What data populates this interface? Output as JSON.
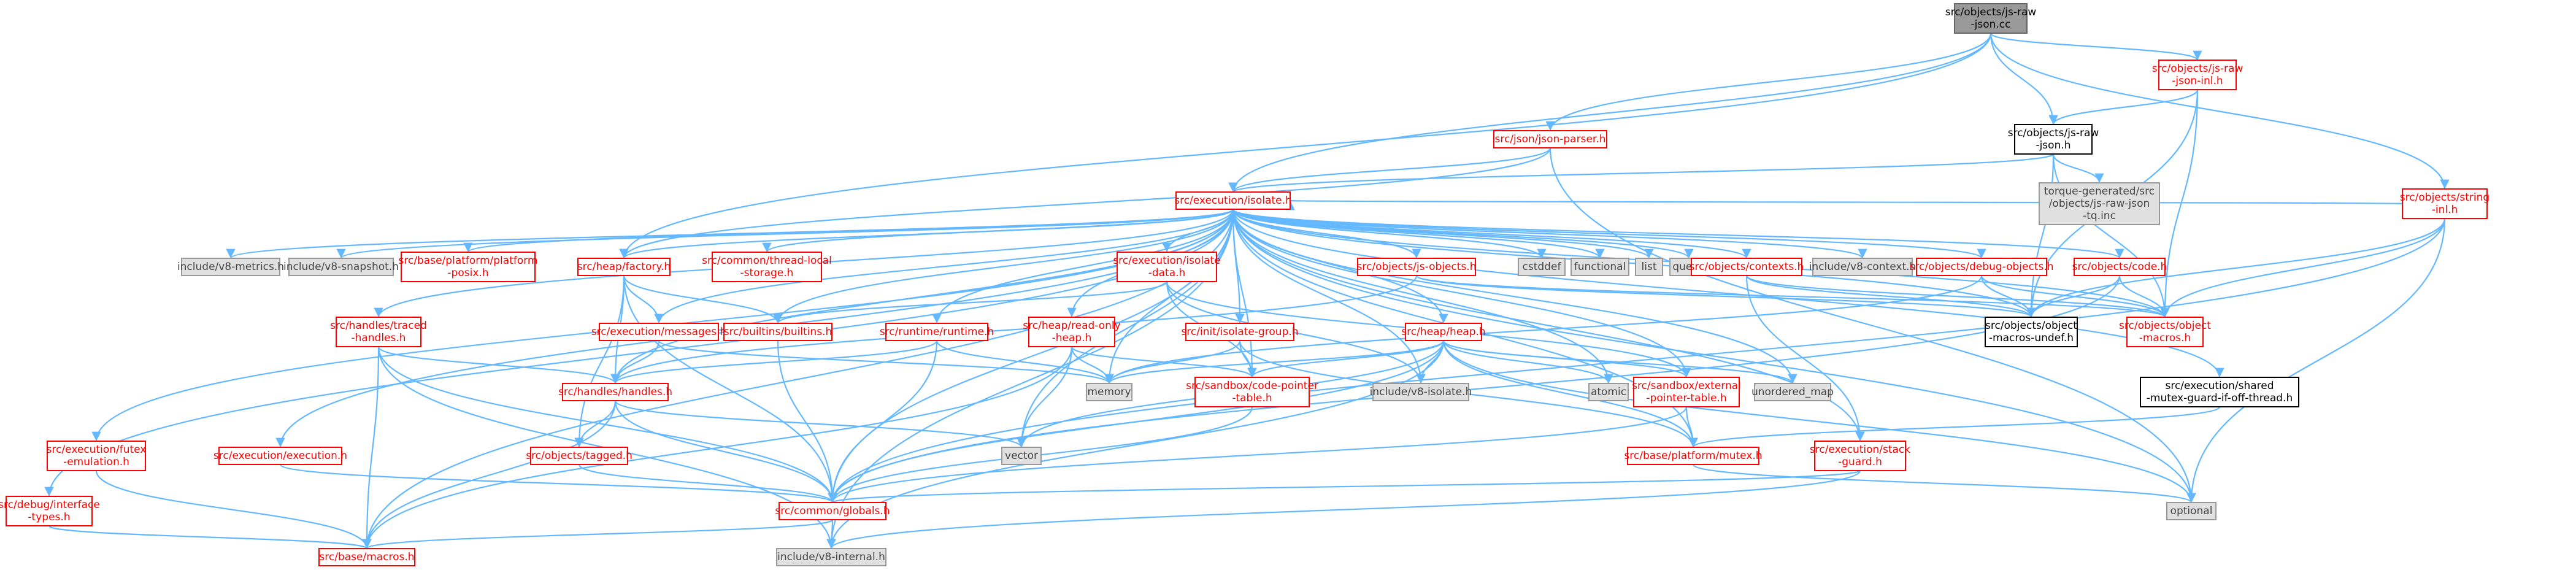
{
  "colors": {
    "edge": "#63b8ff",
    "project_border": "#ff0000",
    "project_text": "#ff0000",
    "external_fill": "#e0e0e0",
    "external_border": "#999999",
    "external_text": "#444444",
    "root_fill": "#999999",
    "root_border": "#666666",
    "plain_border": "#000000",
    "plain_text": "#000000"
  },
  "nodes": {
    "json_cc": {
      "lines": [
        "src/objects/js-raw",
        "-json.cc"
      ],
      "kind": "root"
    },
    "json_inl": {
      "lines": [
        "src/objects/js-raw",
        "-json-inl.h"
      ],
      "kind": "project"
    },
    "json_h": {
      "lines": [
        "src/objects/js-raw",
        "-json.h"
      ],
      "kind": "plain"
    },
    "json_parser": {
      "lines": [
        "src/json/json-parser.h"
      ],
      "kind": "project"
    },
    "string_inl": {
      "lines": [
        "src/objects/string",
        "-inl.h"
      ],
      "kind": "project"
    },
    "torque": {
      "lines": [
        "torque-generated/src",
        "/objects/js-raw-json",
        "-tq.inc"
      ],
      "kind": "external"
    },
    "isolate": {
      "lines": [
        "src/execution/isolate.h"
      ],
      "kind": "project"
    },
    "v8_metrics": {
      "lines": [
        "include/v8-metrics.h"
      ],
      "kind": "external"
    },
    "v8_snapshot": {
      "lines": [
        "include/v8-snapshot.h"
      ],
      "kind": "external"
    },
    "platform_posix": {
      "lines": [
        "src/base/platform/platform",
        "-posix.h"
      ],
      "kind": "project"
    },
    "factory": {
      "lines": [
        "src/heap/factory.h"
      ],
      "kind": "project"
    },
    "thread_local": {
      "lines": [
        "src/common/thread-local",
        "-storage.h"
      ],
      "kind": "project"
    },
    "isolate_data": {
      "lines": [
        "src/execution/isolate",
        "-data.h"
      ],
      "kind": "project"
    },
    "js_objects": {
      "lines": [
        "src/objects/js-objects.h"
      ],
      "kind": "project"
    },
    "cstddef": {
      "lines": [
        "cstddef"
      ],
      "kind": "external"
    },
    "functional": {
      "lines": [
        "functional"
      ],
      "kind": "external"
    },
    "list": {
      "lines": [
        "list"
      ],
      "kind": "external"
    },
    "queue": {
      "lines": [
        "queue"
      ],
      "kind": "external"
    },
    "contexts": {
      "lines": [
        "src/objects/contexts.h"
      ],
      "kind": "project"
    },
    "v8_context": {
      "lines": [
        "include/v8-context.h"
      ],
      "kind": "external"
    },
    "debug_objects": {
      "lines": [
        "src/objects/debug-objects.h"
      ],
      "kind": "project"
    },
    "code": {
      "lines": [
        "src/objects/code.h"
      ],
      "kind": "project"
    },
    "traced_handles": {
      "lines": [
        "src/handles/traced",
        "-handles.h"
      ],
      "kind": "project"
    },
    "messages": {
      "lines": [
        "src/execution/messages.h"
      ],
      "kind": "project"
    },
    "builtins": {
      "lines": [
        "src/builtins/builtins.h"
      ],
      "kind": "project"
    },
    "runtime": {
      "lines": [
        "src/runtime/runtime.h"
      ],
      "kind": "project"
    },
    "read_only_heap": {
      "lines": [
        "src/heap/read-only",
        "-heap.h"
      ],
      "kind": "project"
    },
    "isolate_group": {
      "lines": [
        "src/init/isolate-group.h"
      ],
      "kind": "project"
    },
    "heap": {
      "lines": [
        "src/heap/heap.h"
      ],
      "kind": "project"
    },
    "macros_undef": {
      "lines": [
        "src/objects/object",
        "-macros-undef.h"
      ],
      "kind": "plain"
    },
    "object_macros": {
      "lines": [
        "src/objects/object",
        "-macros.h"
      ],
      "kind": "project"
    },
    "handles": {
      "lines": [
        "src/handles/handles.h"
      ],
      "kind": "project"
    },
    "memory": {
      "lines": [
        "memory"
      ],
      "kind": "external"
    },
    "code_pointer": {
      "lines": [
        "src/sandbox/code-pointer",
        "-table.h"
      ],
      "kind": "project"
    },
    "v8_isolate": {
      "lines": [
        "include/v8-isolate.h"
      ],
      "kind": "external"
    },
    "atomic": {
      "lines": [
        "atomic"
      ],
      "kind": "external"
    },
    "external_pointer": {
      "lines": [
        "src/sandbox/external",
        "-pointer-table.h"
      ],
      "kind": "project"
    },
    "unordered_map": {
      "lines": [
        "unordered_map"
      ],
      "kind": "external"
    },
    "shared_mutex": {
      "lines": [
        "src/execution/shared",
        "-mutex-guard-if-off-thread.h"
      ],
      "kind": "plain"
    },
    "futex": {
      "lines": [
        "src/execution/futex",
        "-emulation.h"
      ],
      "kind": "project"
    },
    "execution": {
      "lines": [
        "src/execution/execution.h"
      ],
      "kind": "project"
    },
    "tagged": {
      "lines": [
        "src/objects/tagged.h"
      ],
      "kind": "project"
    },
    "vector": {
      "lines": [
        "vector"
      ],
      "kind": "external"
    },
    "mutex": {
      "lines": [
        "src/base/platform/mutex.h"
      ],
      "kind": "project"
    },
    "stack_guard": {
      "lines": [
        "src/execution/stack",
        "-guard.h"
      ],
      "kind": "project"
    },
    "debug_interface": {
      "lines": [
        "src/debug/interface",
        "-types.h"
      ],
      "kind": "project"
    },
    "globals": {
      "lines": [
        "src/common/globals.h"
      ],
      "kind": "project"
    },
    "optional": {
      "lines": [
        "optional"
      ],
      "kind": "external"
    },
    "macros": {
      "lines": [
        "src/base/macros.h"
      ],
      "kind": "project"
    },
    "v8_internal": {
      "lines": [
        "include/v8-internal.h"
      ],
      "kind": "external"
    }
  },
  "edges": [
    [
      "json_cc",
      "json_inl"
    ],
    [
      "json_cc",
      "json_h"
    ],
    [
      "json_cc",
      "json_parser"
    ],
    [
      "json_cc",
      "string_inl"
    ],
    [
      "json_cc",
      "isolate"
    ],
    [
      "json_cc",
      "factory"
    ],
    [
      "json_inl",
      "json_h"
    ],
    [
      "json_inl",
      "macros_undef"
    ],
    [
      "json_inl",
      "object_macros"
    ],
    [
      "json_h",
      "isolate"
    ],
    [
      "json_h",
      "torque"
    ],
    [
      "json_h",
      "macros_undef"
    ],
    [
      "json_h",
      "object_macros"
    ],
    [
      "json_parser",
      "isolate"
    ],
    [
      "json_parser",
      "optional"
    ],
    [
      "json_parser",
      "factory"
    ],
    [
      "string_inl",
      "isolate"
    ],
    [
      "string_inl",
      "object_macros"
    ],
    [
      "string_inl",
      "macros_undef"
    ],
    [
      "string_inl",
      "optional"
    ],
    [
      "string_inl",
      "globals"
    ],
    [
      "isolate",
      "v8_metrics"
    ],
    [
      "isolate",
      "v8_snapshot"
    ],
    [
      "isolate",
      "platform_posix"
    ],
    [
      "isolate",
      "factory"
    ],
    [
      "isolate",
      "thread_local"
    ],
    [
      "isolate",
      "isolate_data"
    ],
    [
      "isolate",
      "js_objects"
    ],
    [
      "isolate",
      "cstddef"
    ],
    [
      "isolate",
      "functional"
    ],
    [
      "isolate",
      "list"
    ],
    [
      "isolate",
      "queue"
    ],
    [
      "isolate",
      "contexts"
    ],
    [
      "isolate",
      "v8_context"
    ],
    [
      "isolate",
      "debug_objects"
    ],
    [
      "isolate",
      "code"
    ],
    [
      "isolate",
      "traced_handles"
    ],
    [
      "isolate",
      "messages"
    ],
    [
      "isolate",
      "builtins"
    ],
    [
      "isolate",
      "runtime"
    ],
    [
      "isolate",
      "read_only_heap"
    ],
    [
      "isolate",
      "isolate_group"
    ],
    [
      "isolate",
      "heap"
    ],
    [
      "isolate",
      "handles"
    ],
    [
      "isolate",
      "memory"
    ],
    [
      "isolate",
      "code_pointer"
    ],
    [
      "isolate",
      "v8_isolate"
    ],
    [
      "isolate",
      "atomic"
    ],
    [
      "isolate",
      "external_pointer"
    ],
    [
      "isolate",
      "unordered_map"
    ],
    [
      "isolate",
      "shared_mutex"
    ],
    [
      "isolate",
      "futex"
    ],
    [
      "isolate",
      "execution"
    ],
    [
      "isolate",
      "vector"
    ],
    [
      "isolate",
      "mutex"
    ],
    [
      "isolate",
      "stack_guard"
    ],
    [
      "isolate",
      "debug_interface"
    ],
    [
      "isolate",
      "globals"
    ],
    [
      "isolate",
      "optional"
    ],
    [
      "isolate",
      "macros"
    ],
    [
      "isolate",
      "v8_internal"
    ],
    [
      "isolate",
      "macros_undef"
    ],
    [
      "isolate",
      "object_macros"
    ],
    [
      "factory",
      "handles"
    ],
    [
      "factory",
      "messages"
    ],
    [
      "factory",
      "builtins"
    ],
    [
      "factory",
      "globals"
    ],
    [
      "factory",
      "tagged"
    ],
    [
      "isolate_data",
      "code_pointer"
    ],
    [
      "isolate_data",
      "external_pointer"
    ],
    [
      "isolate_data",
      "builtins"
    ],
    [
      "isolate_data",
      "v8_isolate"
    ],
    [
      "js_objects",
      "object_macros"
    ],
    [
      "js_objects",
      "macros_undef"
    ],
    [
      "js_objects",
      "handles"
    ],
    [
      "contexts",
      "object_macros"
    ],
    [
      "contexts",
      "macros_undef"
    ],
    [
      "contexts",
      "stack_guard"
    ],
    [
      "debug_objects",
      "object_macros"
    ],
    [
      "debug_objects",
      "macros_undef"
    ],
    [
      "debug_objects",
      "memory"
    ],
    [
      "code",
      "object_macros"
    ],
    [
      "code",
      "macros_undef"
    ],
    [
      "code",
      "globals"
    ],
    [
      "traced_handles",
      "handles"
    ],
    [
      "traced_handles",
      "globals"
    ],
    [
      "traced_handles",
      "v8_internal"
    ],
    [
      "traced_handles",
      "macros"
    ],
    [
      "messages",
      "handles"
    ],
    [
      "messages",
      "memory"
    ],
    [
      "builtins",
      "globals"
    ],
    [
      "runtime",
      "handles"
    ],
    [
      "runtime",
      "memory"
    ],
    [
      "runtime",
      "globals"
    ],
    [
      "read_only_heap",
      "memory"
    ],
    [
      "read_only_heap",
      "vector"
    ],
    [
      "read_only_heap",
      "code_pointer"
    ],
    [
      "read_only_heap",
      "macros"
    ],
    [
      "isolate_group",
      "memory"
    ],
    [
      "isolate_group",
      "code_pointer"
    ],
    [
      "isolate_group",
      "mutex"
    ],
    [
      "heap",
      "memory"
    ],
    [
      "heap",
      "code_pointer"
    ],
    [
      "heap",
      "v8_isolate"
    ],
    [
      "heap",
      "atomic"
    ],
    [
      "heap",
      "external_pointer"
    ],
    [
      "heap",
      "unordered_map"
    ],
    [
      "heap",
      "vector"
    ],
    [
      "heap",
      "mutex"
    ],
    [
      "heap",
      "globals"
    ],
    [
      "heap",
      "optional"
    ],
    [
      "heap",
      "v8_internal"
    ],
    [
      "handles",
      "tagged"
    ],
    [
      "handles",
      "globals"
    ],
    [
      "handles",
      "macros"
    ],
    [
      "handles",
      "vector"
    ],
    [
      "code_pointer",
      "globals"
    ],
    [
      "external_pointer",
      "mutex"
    ],
    [
      "external_pointer",
      "globals"
    ],
    [
      "shared_mutex",
      "mutex"
    ],
    [
      "futex",
      "macros"
    ],
    [
      "execution",
      "globals"
    ],
    [
      "tagged",
      "globals"
    ],
    [
      "mutex",
      "optional"
    ],
    [
      "stack_guard",
      "globals"
    ],
    [
      "stack_guard",
      "v8_internal"
    ],
    [
      "debug_interface",
      "macros"
    ],
    [
      "globals",
      "macros"
    ],
    [
      "globals",
      "v8_internal"
    ]
  ]
}
